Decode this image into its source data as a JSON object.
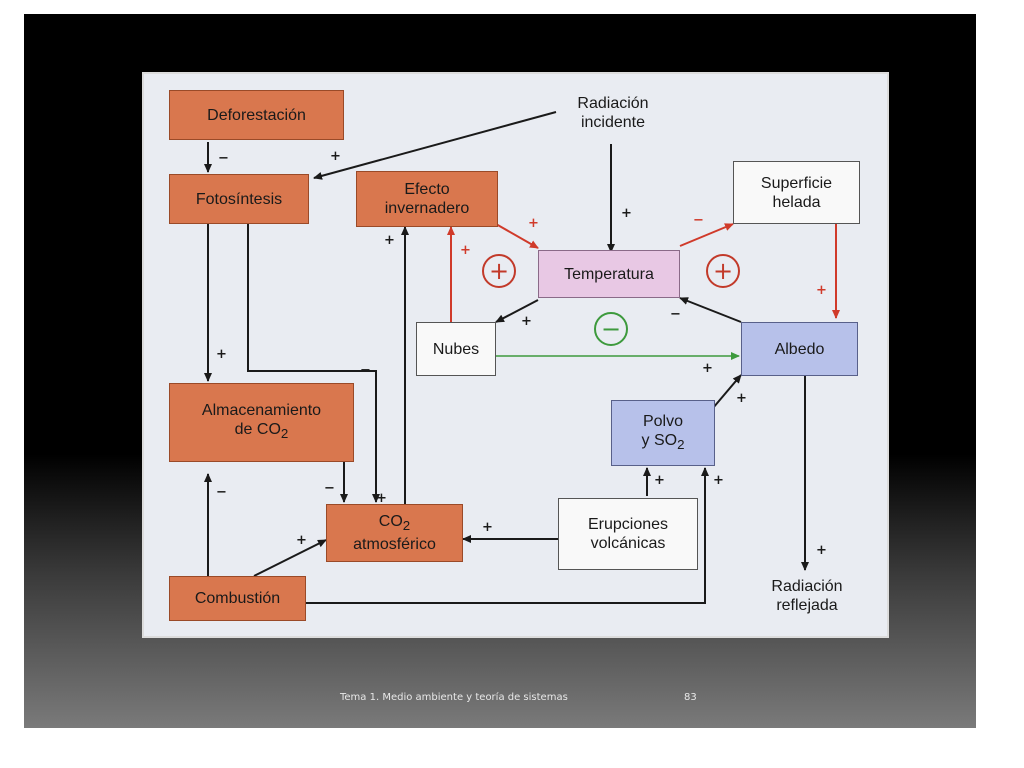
{
  "diagram": {
    "nodes": {
      "deforestacion": "Deforestación",
      "fotosintesis": "Fotosíntesis",
      "radiacion_incidente": "Radiación\nincidente",
      "efecto_invernadero": "Efecto\ninvernadero",
      "superficie_helada": "Superficie\nhelada",
      "temperatura": "Temperatura",
      "nubes": "Nubes",
      "albedo": "Albedo",
      "almacenamiento": "Almacenamiento\nde CO",
      "almacenamiento_sub": "2",
      "polvo": "Polvo\ny SO",
      "polvo_sub": "2",
      "co2_main": "CO",
      "co2_sub": "2",
      "co2_rest": "atmosférico",
      "erupciones": "Erupciones\nvolcánicas",
      "combustion": "Combustión",
      "radiacion_reflejada": "Radiación\nreflejada"
    },
    "signs": {
      "plus": "+",
      "minus": "−",
      "loop_plus": "+",
      "loop_minus": "−"
    },
    "colors": {
      "orange": "#d9774e",
      "pink": "#e8c8e4",
      "blue": "#b7c1ea",
      "red_arrow": "#d03a2a",
      "green_arrow": "#3d9a3d",
      "black_arrow": "#1a1a1a"
    }
  },
  "footer": {
    "title": "Tema 1. Medio ambiente y teoría de sistemas",
    "page": "83"
  }
}
